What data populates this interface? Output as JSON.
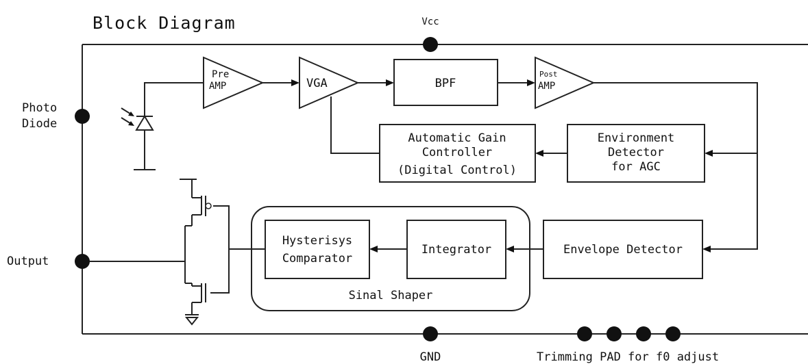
{
  "title": "Block Diagram",
  "pins": {
    "vcc": "Vcc",
    "gnd": "GND",
    "photo_diode": [
      "Photo",
      "Diode"
    ],
    "output": "Output",
    "trimming": "Trimming PAD for f0 adjust"
  },
  "blocks": {
    "pre_amp": [
      "Pre",
      "AMP"
    ],
    "vga": "VGA",
    "bpf": "BPF",
    "post_amp": [
      "Post",
      "AMP"
    ],
    "agc": [
      "Automatic Gain",
      "Controller",
      "(Digital Control)"
    ],
    "env_det_agc": [
      "Environment",
      "Detector",
      "for AGC"
    ],
    "envelope_detector": "Envelope Detector",
    "integrator": "Integrator",
    "hysteresis": [
      "Hysterisys",
      "Comparator"
    ],
    "signal_shaper": "Sinal Shaper"
  }
}
